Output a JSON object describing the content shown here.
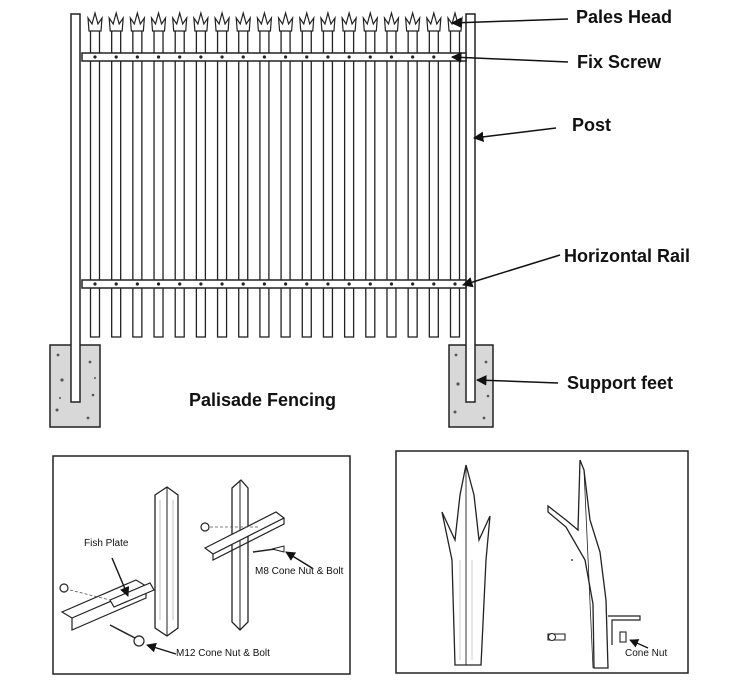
{
  "labels": {
    "pales_head": "Pales Head",
    "fix_screw": "Fix Screw",
    "post": "Post",
    "horizontal_rail": "Horizontal Rail",
    "support_feet": "Support feet",
    "title": "Palisade Fencing"
  },
  "detail_left": {
    "fish_plate": "Fish Plate",
    "m8": "M8 Cone Nut & Bolt",
    "m12": "M12 Cone Nut & Bolt"
  },
  "detail_right": {
    "cone_nut": "Cone  Nut"
  },
  "colors": {
    "line": "#222222",
    "concrete": "#dcdcdc",
    "background": "#ffffff"
  }
}
